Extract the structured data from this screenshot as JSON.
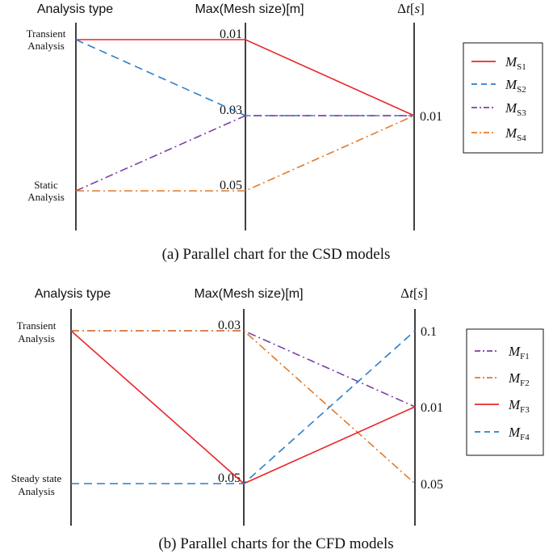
{
  "chart_data": [
    {
      "type": "parallel",
      "caption": "(a) Parallel chart for the CSD models",
      "axes": [
        {
          "label": "Analysis type",
          "categorical": true,
          "categories": [
            "Transient\nAnalysis",
            "Static\nAnalysis"
          ]
        },
        {
          "label": "Max(Mesh size)[m]",
          "ticks": [
            "0.01",
            "0.03",
            "0.05"
          ],
          "values": [
            0.01,
            0.03,
            0.05
          ]
        },
        {
          "label": "Δt[s]",
          "ticks": [
            "0.01"
          ],
          "values": [
            0.01
          ]
        }
      ],
      "series": [
        {
          "name": "M_S1",
          "main": "M",
          "sub": "S1",
          "color": "#e8262a",
          "dash": "solid",
          "values": [
            "Transient\nAnalysis",
            0.01,
            0.01
          ]
        },
        {
          "name": "M_S2",
          "main": "M",
          "sub": "S2",
          "color": "#2a7fc9",
          "dash": "dashed",
          "values": [
            "Transient\nAnalysis",
            0.03,
            0.01
          ]
        },
        {
          "name": "M_S3",
          "main": "M",
          "sub": "S3",
          "color": "#7e3fa5",
          "dash": "dashdot",
          "values": [
            "Static\nAnalysis",
            0.03,
            0.01
          ]
        },
        {
          "name": "M_S4",
          "main": "M",
          "sub": "S4",
          "color": "#e07b2c",
          "dash": "dashdot",
          "values": [
            "Static\nAnalysis",
            0.05,
            0.01
          ]
        }
      ]
    },
    {
      "type": "parallel",
      "caption": "(b) Parallel charts for the CFD models",
      "axes": [
        {
          "label": "Analysis type",
          "categorical": true,
          "categories": [
            "Transient\nAnalysis",
            "Steady state\nAnalysis"
          ]
        },
        {
          "label": "Max(Mesh size)[m]",
          "ticks": [
            "0.03",
            "0.05"
          ],
          "values": [
            0.03,
            0.05
          ]
        },
        {
          "label": "Δt[s]",
          "ticks": [
            "0.1",
            "0.01",
            "0.05"
          ],
          "values": [
            0.1,
            0.01,
            0.05
          ]
        }
      ],
      "series": [
        {
          "name": "M_F1",
          "main": "M",
          "sub": "F1",
          "color": "#7e3fa5",
          "dash": "dashdot",
          "values": [
            "Transient\nAnalysis",
            0.03,
            0.01
          ]
        },
        {
          "name": "M_F2",
          "main": "M",
          "sub": "F2",
          "color": "#e07b2c",
          "dash": "dashdot",
          "values": [
            "Transient\nAnalysis",
            0.03,
            0.05
          ]
        },
        {
          "name": "M_F3",
          "main": "M",
          "sub": "F3",
          "color": "#e8262a",
          "dash": "solid",
          "values": [
            "Transient\nAnalysis",
            0.05,
            0.01
          ]
        },
        {
          "name": "M_F4",
          "main": "M",
          "sub": "F4",
          "color": "#2a7fc9",
          "dash": "dashed",
          "values": [
            "Steady state\nAnalysis",
            0.05,
            0.1
          ]
        }
      ]
    }
  ]
}
